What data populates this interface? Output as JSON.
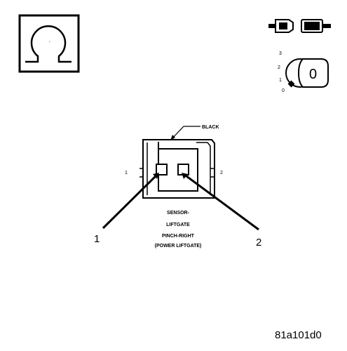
{
  "header": {
    "ohm_symbol": "Ω",
    "connector_icon": "connector-disconnected-icon",
    "ignition_icon": "ignition-key-off-icon",
    "ignition_positions": [
      "3",
      "2",
      "1",
      "0"
    ],
    "ignition_key_label": "0"
  },
  "connector": {
    "color_label": "BLACK",
    "pin_left": "1",
    "pin_right": "2",
    "name_lines": [
      "SENSOR-",
      "LIFTGATE",
      "PINCH-RIGHT",
      "(POWER LIFTGATE)"
    ]
  },
  "callouts": {
    "one": "1",
    "two": "2"
  },
  "figure_id": "81a101d0"
}
